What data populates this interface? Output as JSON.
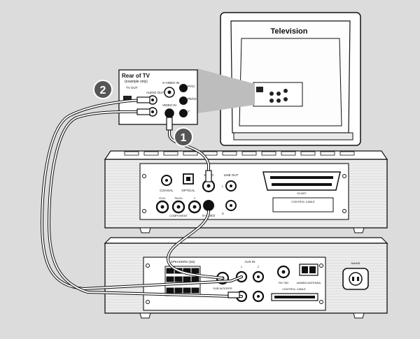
{
  "tv": {
    "title": "Television"
  },
  "inset": {
    "heading": "Rear of TV",
    "subheading": "(example only)",
    "port_labels": {
      "tv_out": "TV OUT",
      "audio_out": "AUDIO OUT",
      "svideo_in": "S-VIDEO IN",
      "pr_cr": "Pr/Cr",
      "pb_cb": "Pb/Cb",
      "video_in": "VIDEO IN",
      "y": "Y"
    }
  },
  "steps": {
    "one": "1",
    "two": "2"
  },
  "dvd_panel": {
    "labels": {
      "coaxial": "COAXIAL",
      "optical": "OPTICAL",
      "pr": "Pr/Cr",
      "pb": "Pb/Cb",
      "y": "Y",
      "component": "COMPONENT",
      "video": "VIDEO",
      "svideo": "S-VIDEO",
      "line_out": "LINE OUT",
      "scart": "SCART",
      "control_cable": "CONTROL CABLE",
      "audio_l": "L",
      "audio_r": "R"
    }
  },
  "amp_panel": {
    "labels": {
      "speakers": "SPEAKERS (4Ω)",
      "subwoofer": "SUB WOOFER",
      "aux_in": "AUX IN",
      "aux_1": "1",
      "aux_2": "2",
      "fm_antenna": "FM 75Ω",
      "am_antenna": "AM/MW ANTENNA",
      "control_cable": "CONTROL CABLE",
      "mains": "MAINS"
    }
  }
}
